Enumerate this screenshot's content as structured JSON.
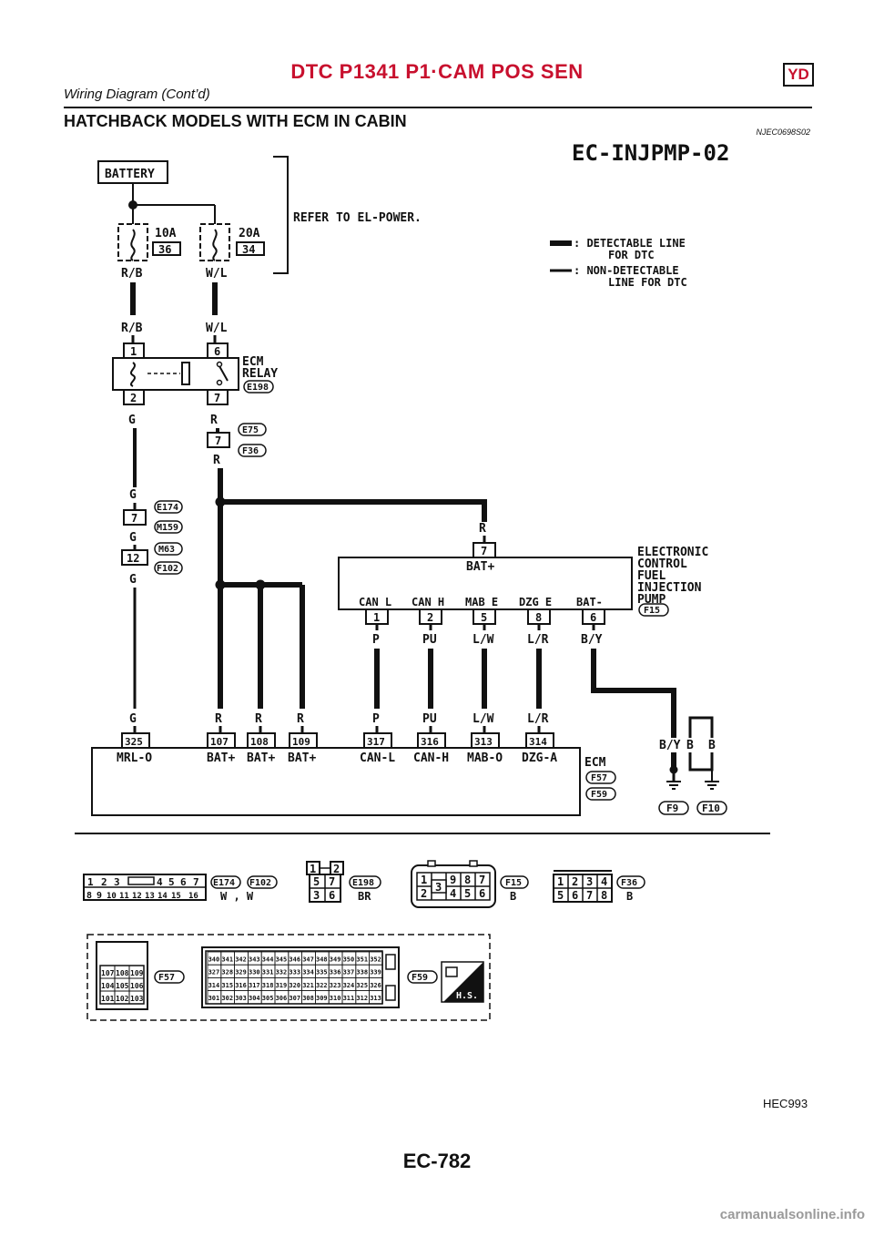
{
  "header": {
    "title": "DTC P1341 P1·CAM POS SEN",
    "badge": "YD",
    "subtitle": "Wiring Diagram (Cont’d)"
  },
  "section": {
    "title": "HATCHBACK MODELS WITH ECM IN CABIN",
    "code": "NJEC0698S02"
  },
  "diagram": {
    "id": "EC-INJPMP-02",
    "battery": "BATTERY",
    "refer_note": "REFER TO EL-POWER.",
    "fuses": [
      {
        "rating": "10A",
        "number": "36",
        "wire": "R/B"
      },
      {
        "rating": "20A",
        "number": "34",
        "wire": "W/L"
      }
    ],
    "legend": [
      {
        "symbol": "thick-line",
        "text1": ": DETECTABLE LINE",
        "text2": "FOR DTC"
      },
      {
        "symbol": "thin-line",
        "text1": ": NON-DETECTABLE",
        "text2": "LINE FOR DTC"
      }
    ],
    "relay": {
      "name1": "ECM",
      "name2": "RELAY",
      "connector": "E198",
      "wire_in_1": "R/B",
      "wire_in_2": "W/L",
      "pins_top": [
        "1",
        "6"
      ],
      "pins_bottom": [
        "2",
        "7"
      ],
      "wire_out_1": "G",
      "wire_out_2": "R"
    },
    "joint_e75": {
      "pin": "7",
      "connectors": [
        "E75",
        "F36"
      ],
      "wire_top": "R",
      "wire_bottom": "R"
    },
    "joint_e174": {
      "pin": "7",
      "connectors": [
        "E174",
        "M159"
      ],
      "wire_top": "G",
      "wire_bottom": "G"
    },
    "joint_m63": {
      "pin": "12",
      "connectors": [
        "M63",
        "F102"
      ],
      "wire_bottom": "G"
    },
    "pump": {
      "name": [
        "ELECTRONIC",
        "CONTROL",
        "FUEL",
        "INJECTION",
        "PUMP"
      ],
      "connector": "F15",
      "top_pin": "7",
      "top_label": "BAT+",
      "top_wire": "R",
      "bottom_terms": [
        {
          "label": "CAN L",
          "pin": "1",
          "wire": "P"
        },
        {
          "label": "CAN H",
          "pin": "2",
          "wire": "PU"
        },
        {
          "label": "MAB E",
          "pin": "5",
          "wire": "L/W"
        },
        {
          "label": "DZG E",
          "pin": "8",
          "wire": "L/R"
        },
        {
          "label": "BAT-",
          "pin": "6",
          "wire": "B/Y"
        }
      ]
    },
    "ecm": {
      "name": "ECM",
      "connectors": [
        "F57",
        "F59"
      ],
      "terms": [
        {
          "pin": "325",
          "label": "MRL-O",
          "wire": "G"
        },
        {
          "pin": "107",
          "label": "BAT+",
          "wire": "R"
        },
        {
          "pin": "108",
          "label": "BAT+",
          "wire": "R"
        },
        {
          "pin": "109",
          "label": "BAT+",
          "wire": "R"
        },
        {
          "pin": "317",
          "label": "CAN-L",
          "wire": "P"
        },
        {
          "pin": "316",
          "label": "CAN-H",
          "wire": "PU"
        },
        {
          "pin": "313",
          "label": "MAB-O",
          "wire": "L/W"
        },
        {
          "pin": "314",
          "label": "DZG-A",
          "wire": "L/R"
        }
      ]
    },
    "grounds": {
      "wire_labels": [
        "B/Y",
        "B",
        "B"
      ],
      "connectors": [
        "F9",
        "F10"
      ]
    },
    "connector_views": {
      "c1": {
        "row1": [
          "1",
          "2",
          "3",
          "",
          "4",
          "5",
          "6",
          "7"
        ],
        "row2": [
          "8",
          "9",
          "10",
          "11",
          "12",
          "13",
          "14",
          "15",
          "16"
        ],
        "labels": [
          "E174",
          "F102"
        ],
        "colors": "W , W"
      },
      "c2": {
        "top": [
          "1",
          "2"
        ],
        "row1": [
          "5",
          "7"
        ],
        "row2": [
          "3",
          "6"
        ],
        "label": "E198",
        "color": "BR"
      },
      "c3": {
        "row1": [
          "1",
          "9",
          "8",
          "7"
        ],
        "mid": "3",
        "row2": [
          "2",
          "4",
          "5",
          "6"
        ],
        "label": "F15",
        "color": "B"
      },
      "c4": {
        "row1": [
          "1",
          "2",
          "3",
          "4"
        ],
        "row2": [
          "5",
          "6",
          "7",
          "8"
        ],
        "label": "F36",
        "color": "B"
      },
      "f57": {
        "rows": [
          [
            "107",
            "108",
            "109"
          ],
          [
            "104",
            "105",
            "106"
          ],
          [
            "101",
            "102",
            "103"
          ]
        ],
        "label": "F57"
      },
      "f59": {
        "rows": [
          [
            "340",
            "341",
            "342",
            "343",
            "344",
            "345",
            "346",
            "347",
            "348",
            "349",
            "350",
            "351",
            "352"
          ],
          [
            "327",
            "328",
            "329",
            "330",
            "331",
            "332",
            "333",
            "334",
            "335",
            "336",
            "337",
            "338",
            "339"
          ],
          [
            "314",
            "315",
            "316",
            "317",
            "318",
            "319",
            "320",
            "321",
            "322",
            "323",
            "324",
            "325",
            "326"
          ],
          [
            "301",
            "302",
            "303",
            "304",
            "305",
            "306",
            "307",
            "308",
            "309",
            "310",
            "311",
            "312",
            "313"
          ]
        ],
        "label": "F59",
        "hs": "H.S."
      }
    }
  },
  "figure_id": "HEC993",
  "page_number": "EC-782",
  "watermark": "carmanualsonline.info"
}
